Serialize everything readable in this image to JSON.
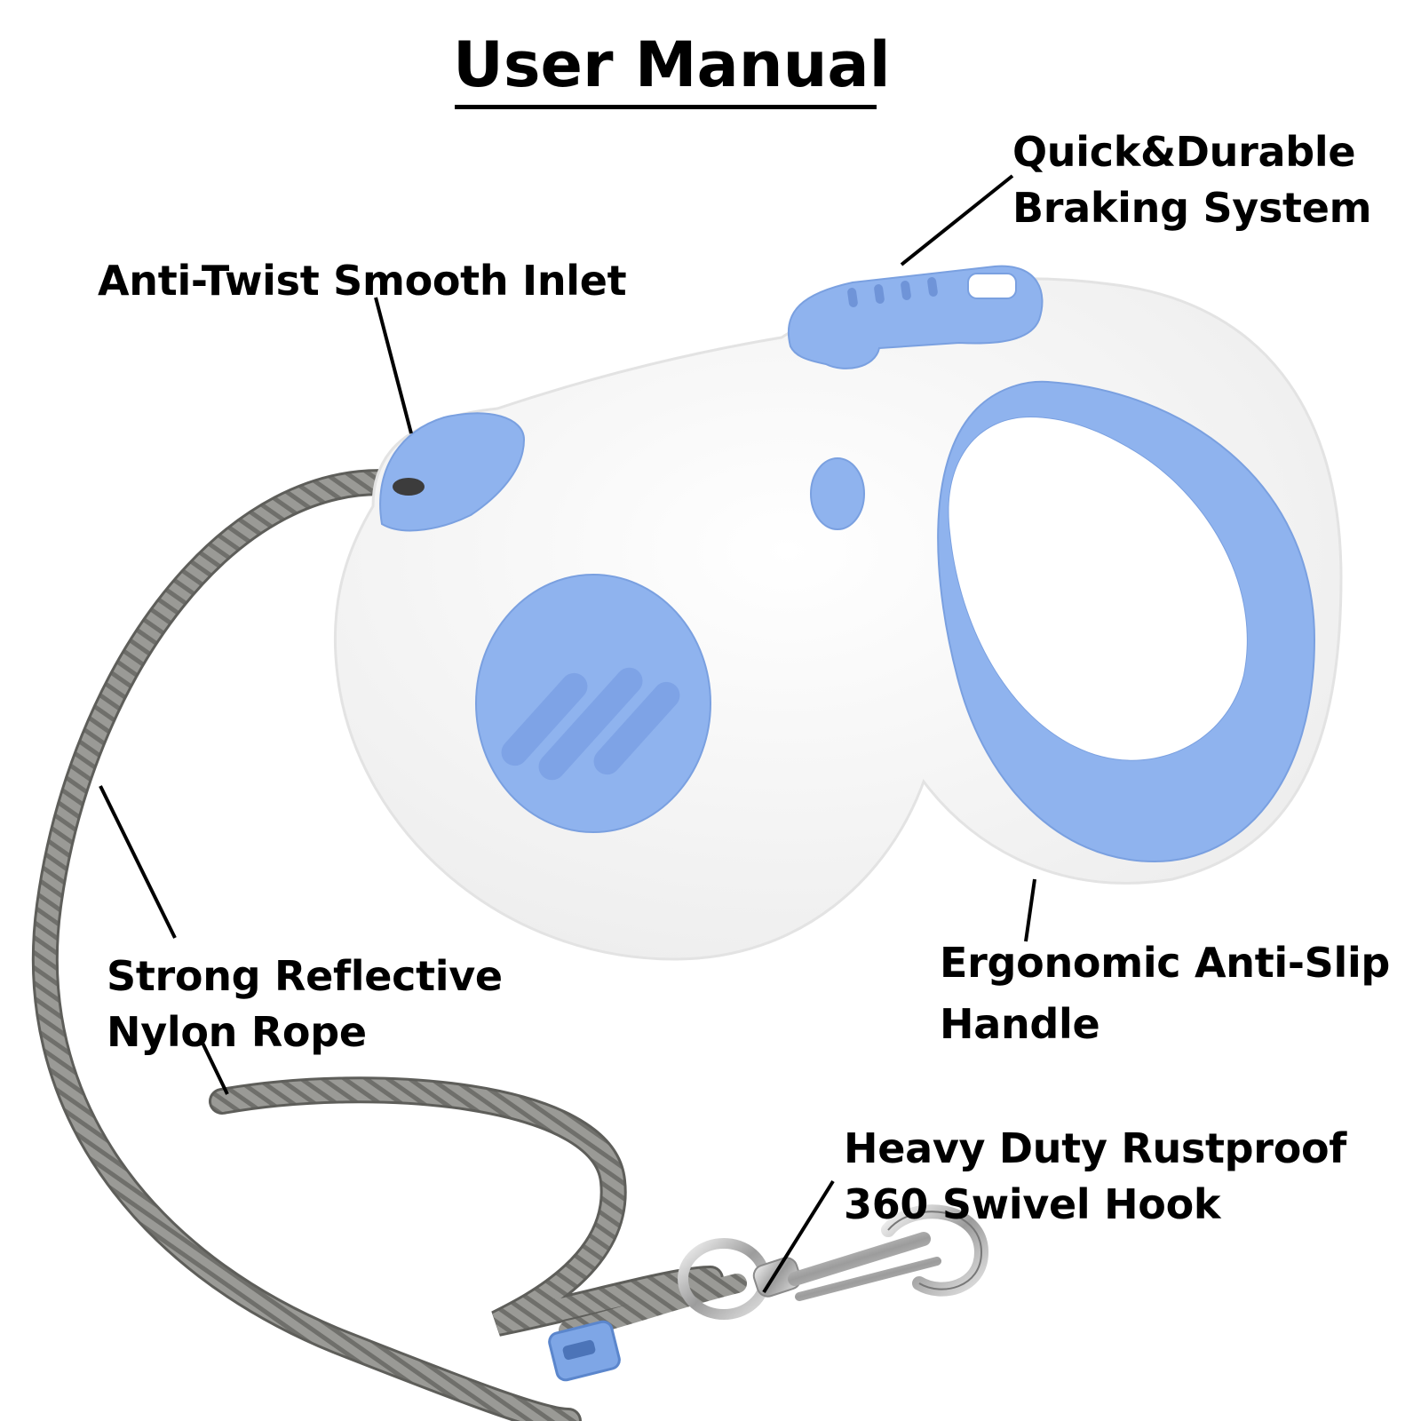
{
  "title": "User Manual",
  "colors": {
    "accent_blue": "#8fb3ee",
    "body_white": "#f7f7f7",
    "text": "#000000",
    "rope_gray": "#8e8e8a"
  },
  "callouts": {
    "brake": {
      "line1": "Quick&Durable",
      "line2": "Braking System"
    },
    "inlet": {
      "line1": "Anti-Twist Smooth Inlet"
    },
    "rope": {
      "line1": "Strong Reflective",
      "line2": "Nylon Rope"
    },
    "handle": {
      "line1": "Ergonomic Anti-Slip",
      "line2": "Handle"
    },
    "hook": {
      "line1": "Heavy Duty Rustproof",
      "line2": "360 Swivel Hook"
    }
  }
}
